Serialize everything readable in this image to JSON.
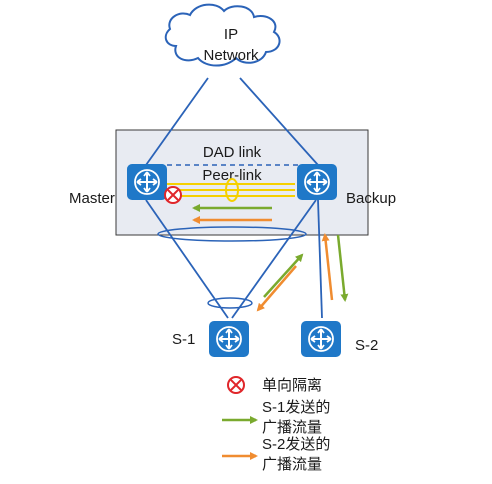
{
  "cloud": {
    "line1": "IP",
    "line2": "Network"
  },
  "links": {
    "dad": "DAD link",
    "peer": "Peer-link"
  },
  "devices": {
    "master": "Master",
    "backup": "Backup",
    "s1": "S-1",
    "s2": "S-2"
  },
  "legend": {
    "isolation": "单向隔离",
    "s1_line1": "S-1发送的",
    "s1_line2": "广播流量",
    "s2_line1": "S-2发送的",
    "s2_line2": "广播流量"
  },
  "colors": {
    "switch_blue": "#1f78c8",
    "link_blue": "#2b63b8",
    "peer_yellow": "#f5d000",
    "isolation_red": "#e0262a",
    "s1_traffic_green": "#7aaa2e",
    "s2_traffic_orange": "#f08c30",
    "box_fill": "#e8ebf2"
  },
  "icons": [
    "cloud-icon",
    "switch-icon",
    "isolation-icon",
    "arrow-icon"
  ]
}
